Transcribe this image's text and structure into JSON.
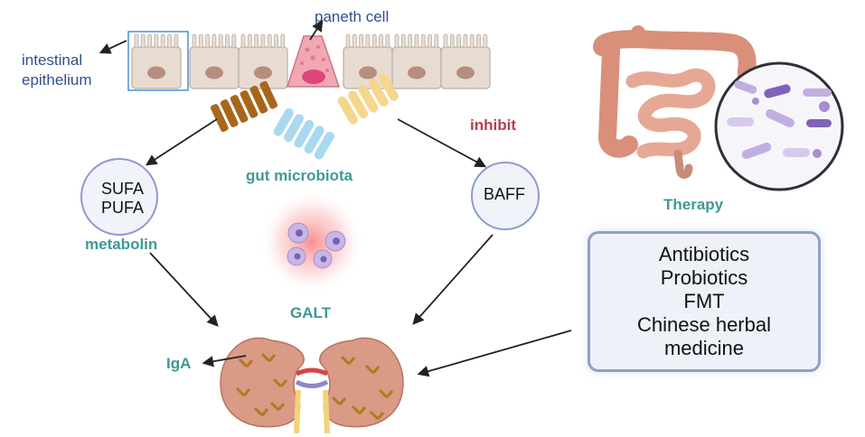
{
  "labels": {
    "paneth_cell": "paneth cell",
    "intestinal_epithelium": [
      "intestinal",
      "epithelium"
    ],
    "inhibit": "inhibit",
    "gut_microbiota": "gut microbiota",
    "metabolin": "metabolin",
    "sufa": "SUFA",
    "pufa": "PUFA",
    "baff": "BAFF",
    "galt": "GALT",
    "iga": "IgA",
    "therapy": "Therapy"
  },
  "therapy_items": [
    "Antibiotics",
    "Probiotics",
    "FMT",
    "Chinese herbal",
    "medicine"
  ],
  "colors": {
    "label_blue": "#2e4f8f",
    "label_teal": "#3d9a93",
    "label_red": "#b5404a",
    "box_border": "#8ca0c9",
    "box_fill": "#eef2f8",
    "epithelium": "#e8dcd2",
    "paneth": "#f2a7b1",
    "kidney": "#d99a86",
    "intestine": "#e2a08a",
    "bacteria_brown": "#a8661c",
    "bacteria_blue": "#a9d9f0",
    "bacteria_yellow": "#f5d68c"
  }
}
